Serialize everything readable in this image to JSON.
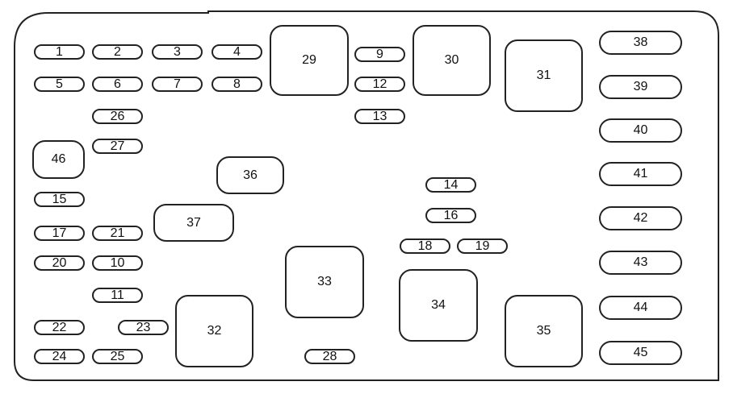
{
  "fuses": [
    "1",
    "2",
    "3",
    "4",
    "5",
    "6",
    "7",
    "8",
    "26",
    "27",
    "15",
    "17",
    "21",
    "20",
    "10",
    "11",
    "22",
    "23",
    "24",
    "25",
    "9",
    "12",
    "13",
    "14",
    "16",
    "18",
    "19",
    "28"
  ],
  "relays": [
    "29",
    "30",
    "31",
    "46",
    "36",
    "37",
    "33",
    "34",
    "32",
    "35"
  ],
  "large_fuses": [
    "38",
    "39",
    "40",
    "41",
    "42",
    "43",
    "44",
    "45"
  ]
}
